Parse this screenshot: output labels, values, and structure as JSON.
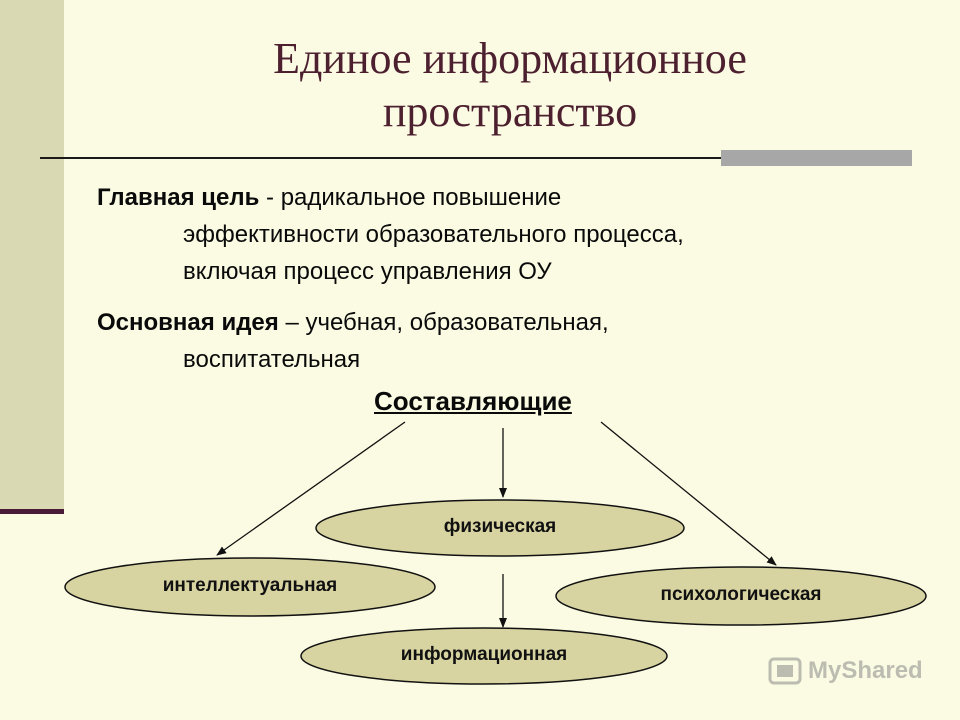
{
  "title_line1": "Единое информационное",
  "title_line2": "пространство",
  "goal": {
    "label": "Главная цель",
    "separator": " - ",
    "text_line1": "радикальное повышение",
    "text_line2": "эффективности образовательного процесса,",
    "text_line3": "включая процесс управления ОУ"
  },
  "idea": {
    "label": "Основная идея",
    "separator": " – ",
    "text_line1": "учебная, образовательная,",
    "text_line2": "воспитательная"
  },
  "components_heading": "Составляющие",
  "nodes": {
    "physical": "физическая",
    "intellectual": "интеллектуальная",
    "psychological": "психологическая",
    "informational": "информационная"
  },
  "watermark": "MyShared",
  "colors": {
    "background": "#fbfbe3",
    "sidebar": "#d9d9b3",
    "title": "#4d2030",
    "ellipse_fill": "#d8d4a2"
  }
}
